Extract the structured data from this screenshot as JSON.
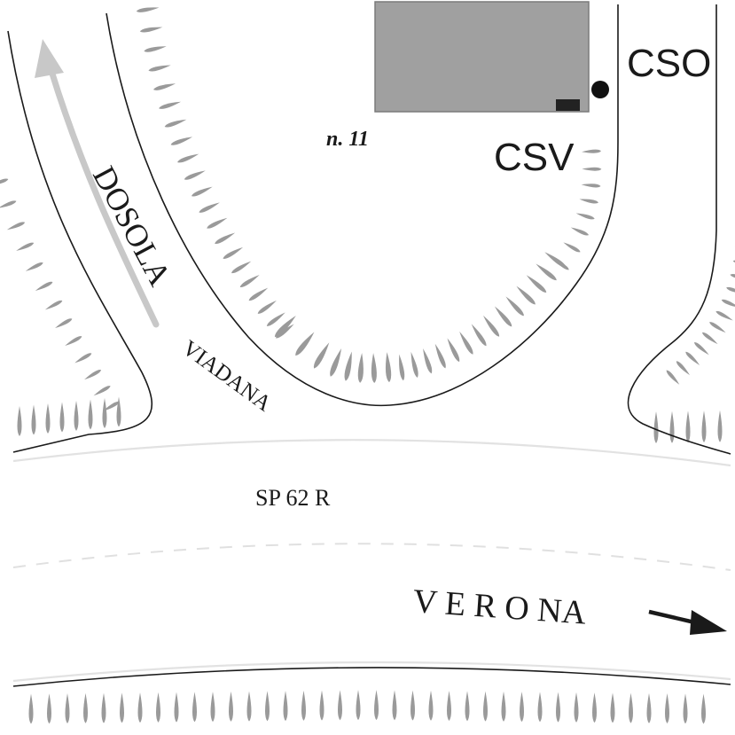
{
  "labels": {
    "cso": "CSO",
    "csv": "CSV",
    "parcel": "n. 11",
    "dosola": "DOSOLA",
    "viadana": "VIADANA",
    "road": "SP 62 R",
    "verona": "V E R O NA"
  },
  "icons": {
    "direction_arrow": "arrow-right-icon",
    "flow_arrow": "arrow-up-icon",
    "point_marker": "filled-circle-icon"
  },
  "colors": {
    "building": "#a0a0a0",
    "road_edge": "#1a1a1a",
    "embankment": "#9a9a9a",
    "flow_arrow": "#c8c8c8",
    "marker": "#111111"
  }
}
